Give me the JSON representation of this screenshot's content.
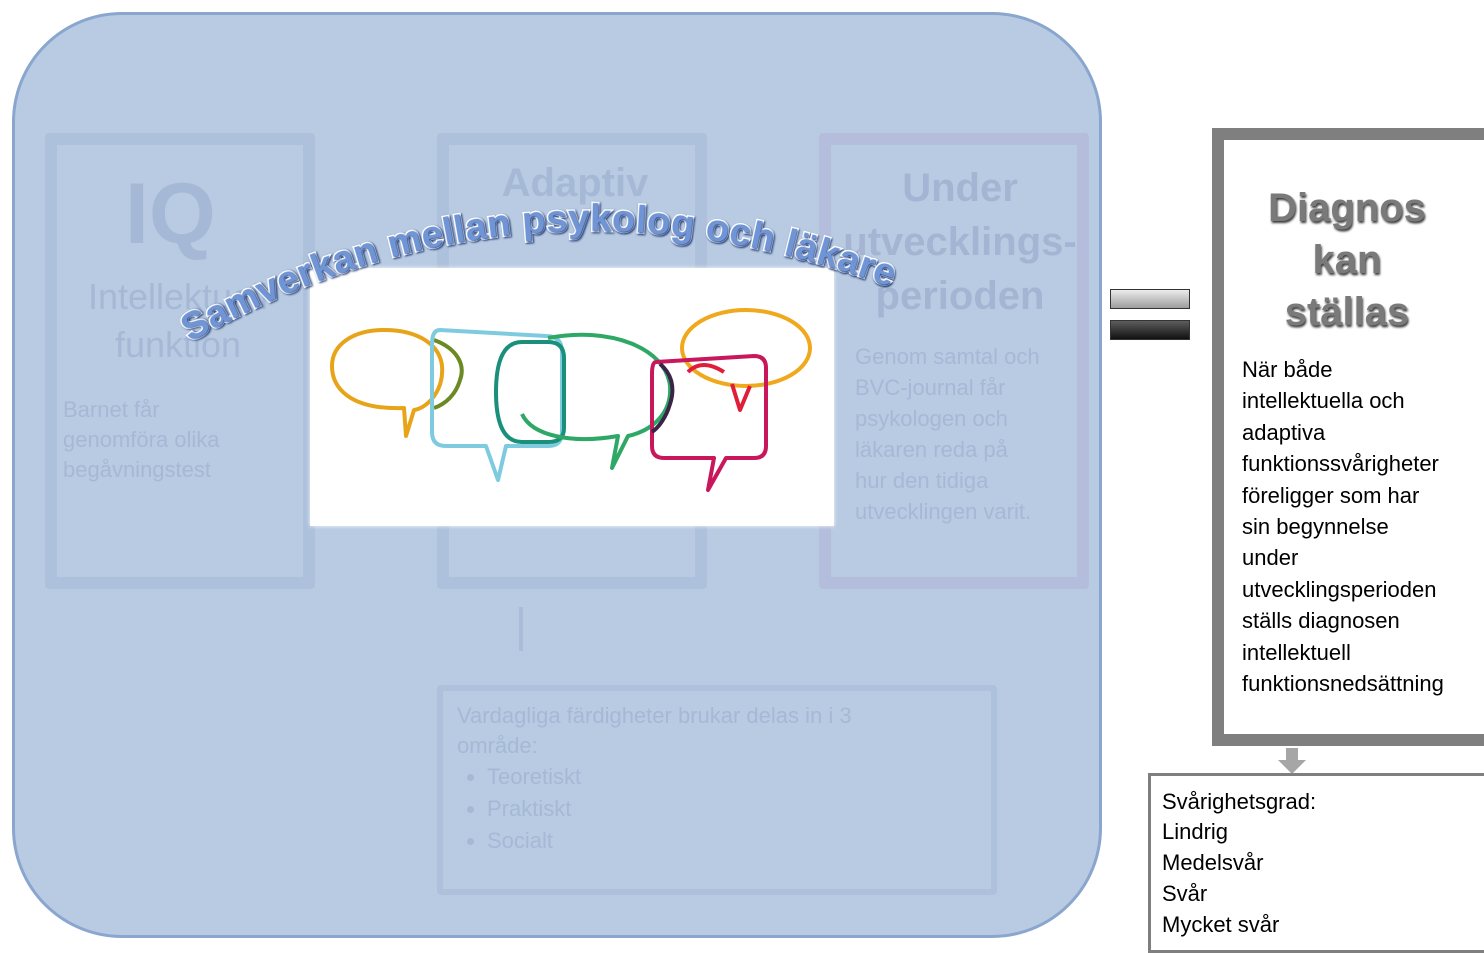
{
  "panel": {
    "arc_title": "Samverkan mellan psykolog och läkare",
    "iq_box": {
      "title": "IQ",
      "subtitle_line1": "Intellektuell",
      "subtitle_line2": "funktion",
      "body_line1": "Barnet får",
      "body_line2": "genomföra olika",
      "body_line3": "begåvningstest"
    },
    "adaptiv_box": {
      "title": "Adaptiv"
    },
    "utv_box": {
      "title_line1": "Under",
      "title_line2": "utvecklings-",
      "title_line3": "perioden",
      "body_line1": "Genom samtal och",
      "body_line2": "BVC-journal får",
      "body_line3": "psykologen och",
      "body_line4": "läkaren reda på",
      "body_line5": "hur den tidiga",
      "body_line6": "utvecklingen varit."
    },
    "vardag_box": {
      "intro_line1": "Vardagliga färdigheter brukar delas in i 3",
      "intro_line2": "område:",
      "items": [
        "Teoretiskt",
        "Praktiskt",
        "Socialt"
      ]
    }
  },
  "image": {
    "bubble_colors": {
      "orange": "#e8a418",
      "olive": "#6b8a22",
      "lightblue": "#7ecbe0",
      "teal": "#1a8f7a",
      "green": "#2fa866",
      "orange2": "#f0a81c",
      "red": "#e01e3a",
      "crimson": "#c8175a",
      "purple": "#3a2448"
    }
  },
  "diagnosis": {
    "title_line1": "Diagnos",
    "title_line2": "kan",
    "title_line3": "ställas",
    "body_lines": [
      "När både",
      "intellektuella och",
      "adaptiva",
      "funktionssvårigheter",
      "föreligger som har",
      "sin begynnelse",
      "under",
      "utvecklingsperioden",
      "ställs diagnosen",
      "intellektuell",
      "funktionsnedsättning"
    ]
  },
  "severity": {
    "heading": "Svårighetsgrad:",
    "levels": [
      "Lindrig",
      "Medelsvår",
      "Svår",
      "Mycket svår"
    ]
  }
}
